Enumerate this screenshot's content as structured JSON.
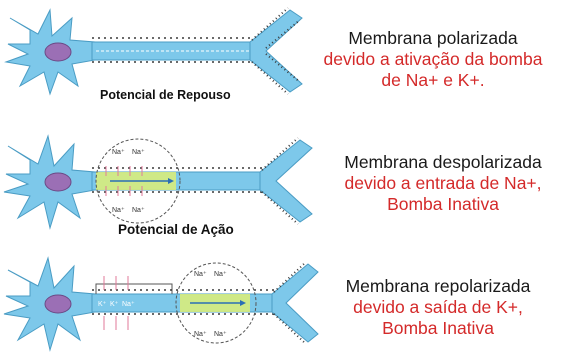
{
  "panels": [
    {
      "label": "Potencial de Repouso",
      "caption": [
        "Membrana polarizada",
        "devido a ativação da bomba",
        "de Na+ e K+."
      ]
    },
    {
      "label": "Potencial de Ação",
      "caption": [
        "Membrana despolarizada",
        "devido a entrada de Na+,",
        "Bomba Inativa"
      ],
      "ions": [
        "Na⁺",
        "Na⁺",
        "Na⁺",
        "Na⁺"
      ]
    },
    {
      "caption": [
        "Membrana repolarizada",
        "devido a saída de K+,",
        "Bomba Inativa"
      ],
      "ions_left": [
        "K⁺",
        "K⁺",
        "Na⁺"
      ],
      "ions_right": [
        "Na⁺",
        "Na⁺",
        "Na⁺",
        "Na⁺"
      ]
    }
  ],
  "colors": {
    "neuron_fill": "#7dc8ea",
    "nucleus": "#9b6fb5",
    "caption_black": "#1a1a1a",
    "caption_red": "#d42a2a",
    "highlight": "#d8ec7c"
  }
}
